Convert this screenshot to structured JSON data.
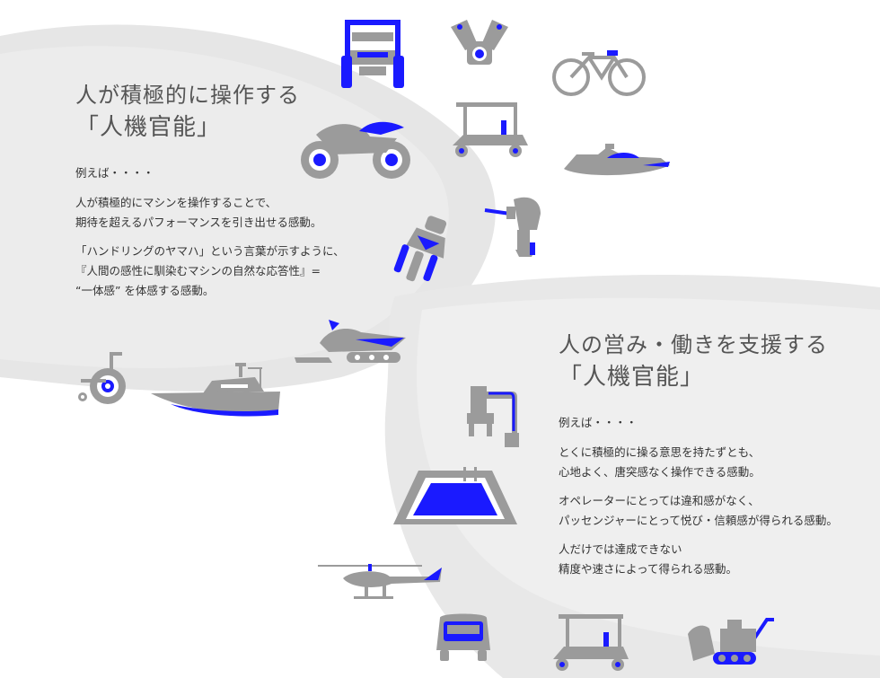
{
  "colors": {
    "accent": "#1a1aff",
    "icon_gray": "#9b9b9b",
    "text": "#333333",
    "heading": "#555555"
  },
  "section1": {
    "heading_line1": "人が積極的に操作する",
    "heading_line2": "「人機官能」",
    "lead": "例えば・・・・",
    "para1_line1": "人が積極的にマシンを操作することで、",
    "para1_line2": "期待を超えるパフォーマンスを引き出せる感動。",
    "para2_line1": "「ハンドリングのヤマハ」という言葉が示すように、",
    "para2_line2": "『人間の感性に馴染むマシンの自然な応答性』=",
    "para2_line3": "“一体感” を体感する感動。"
  },
  "section2": {
    "heading_line1": "人の営み・働きを支援する",
    "heading_line2": "「人機官能」",
    "lead": "例えば・・・・",
    "para1_line1": "とくに積極的に操る意思を持たずとも、",
    "para1_line2": "心地よく、唐突感なく操作できる感動。",
    "para2_line1": "オペレーターにとっては違和感がなく、",
    "para2_line2": "パッセンジャーにとって悦び・信頼感が得られる感動。",
    "para3_line1": "人だけでは達成できない",
    "para3_line2": "精度や速さによって得られる感動。"
  },
  "icons": [
    "side-by-side-vehicle-icon",
    "engine-icon",
    "bicycle-icon",
    "sport-motorcycle-icon",
    "golf-cart-icon",
    "personal-watercraft-icon",
    "outboard-motor-icon",
    "motorcycle-racer-icon",
    "snowmobile-icon",
    "wheelchair-icon",
    "boat-icon",
    "industrial-robot-icon",
    "swimming-pool-icon",
    "helicopter-icon",
    "utility-vehicle-icon",
    "golf-cart-icon-2",
    "snow-blower-icon"
  ]
}
